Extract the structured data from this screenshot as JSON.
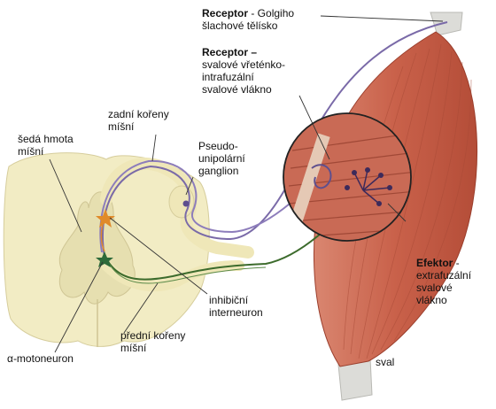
{
  "labels": {
    "receptor_golgi_bold": "Receptor",
    "receptor_golgi_rest": " - Golgiho",
    "receptor_golgi_line2": "šlachové tělísko",
    "receptor_spindle_bold": "Receptor –",
    "receptor_spindle_line2": "svalové vřeténko-",
    "receptor_spindle_line3": "intrafuzální",
    "receptor_spindle_line4": "svalové vlákno",
    "dorsal_roots_line1": "zadní kořeny",
    "dorsal_roots_line2": "míšní",
    "gray_matter_line1": "šedá hmota",
    "gray_matter_line2": "míšní",
    "ganglion_line1": "Pseudo-",
    "ganglion_line2": "unipolární",
    "ganglion_line3": "ganglion",
    "effector_bold": "Efektor",
    "effector_rest": " -",
    "effector_line2": "extrafuzální",
    "effector_line3": "svalové",
    "effector_line4": "vlákno",
    "inhibitory_line1": "inhibiční",
    "inhibitory_line2": "interneuron",
    "ventral_roots_line1": "přední kořeny",
    "ventral_roots_line2": "míšní",
    "motoneuron": "α-motoneuron",
    "muscle": "sval"
  },
  "colors": {
    "sensory_fiber": "#7a6aa8",
    "motor_fiber": "#3c6b2c",
    "interneuron": "#e08a2a",
    "muscle": "#c9614a",
    "spinal_cord": "#f2ecc4",
    "gray_matter": "#e6dfb0"
  }
}
